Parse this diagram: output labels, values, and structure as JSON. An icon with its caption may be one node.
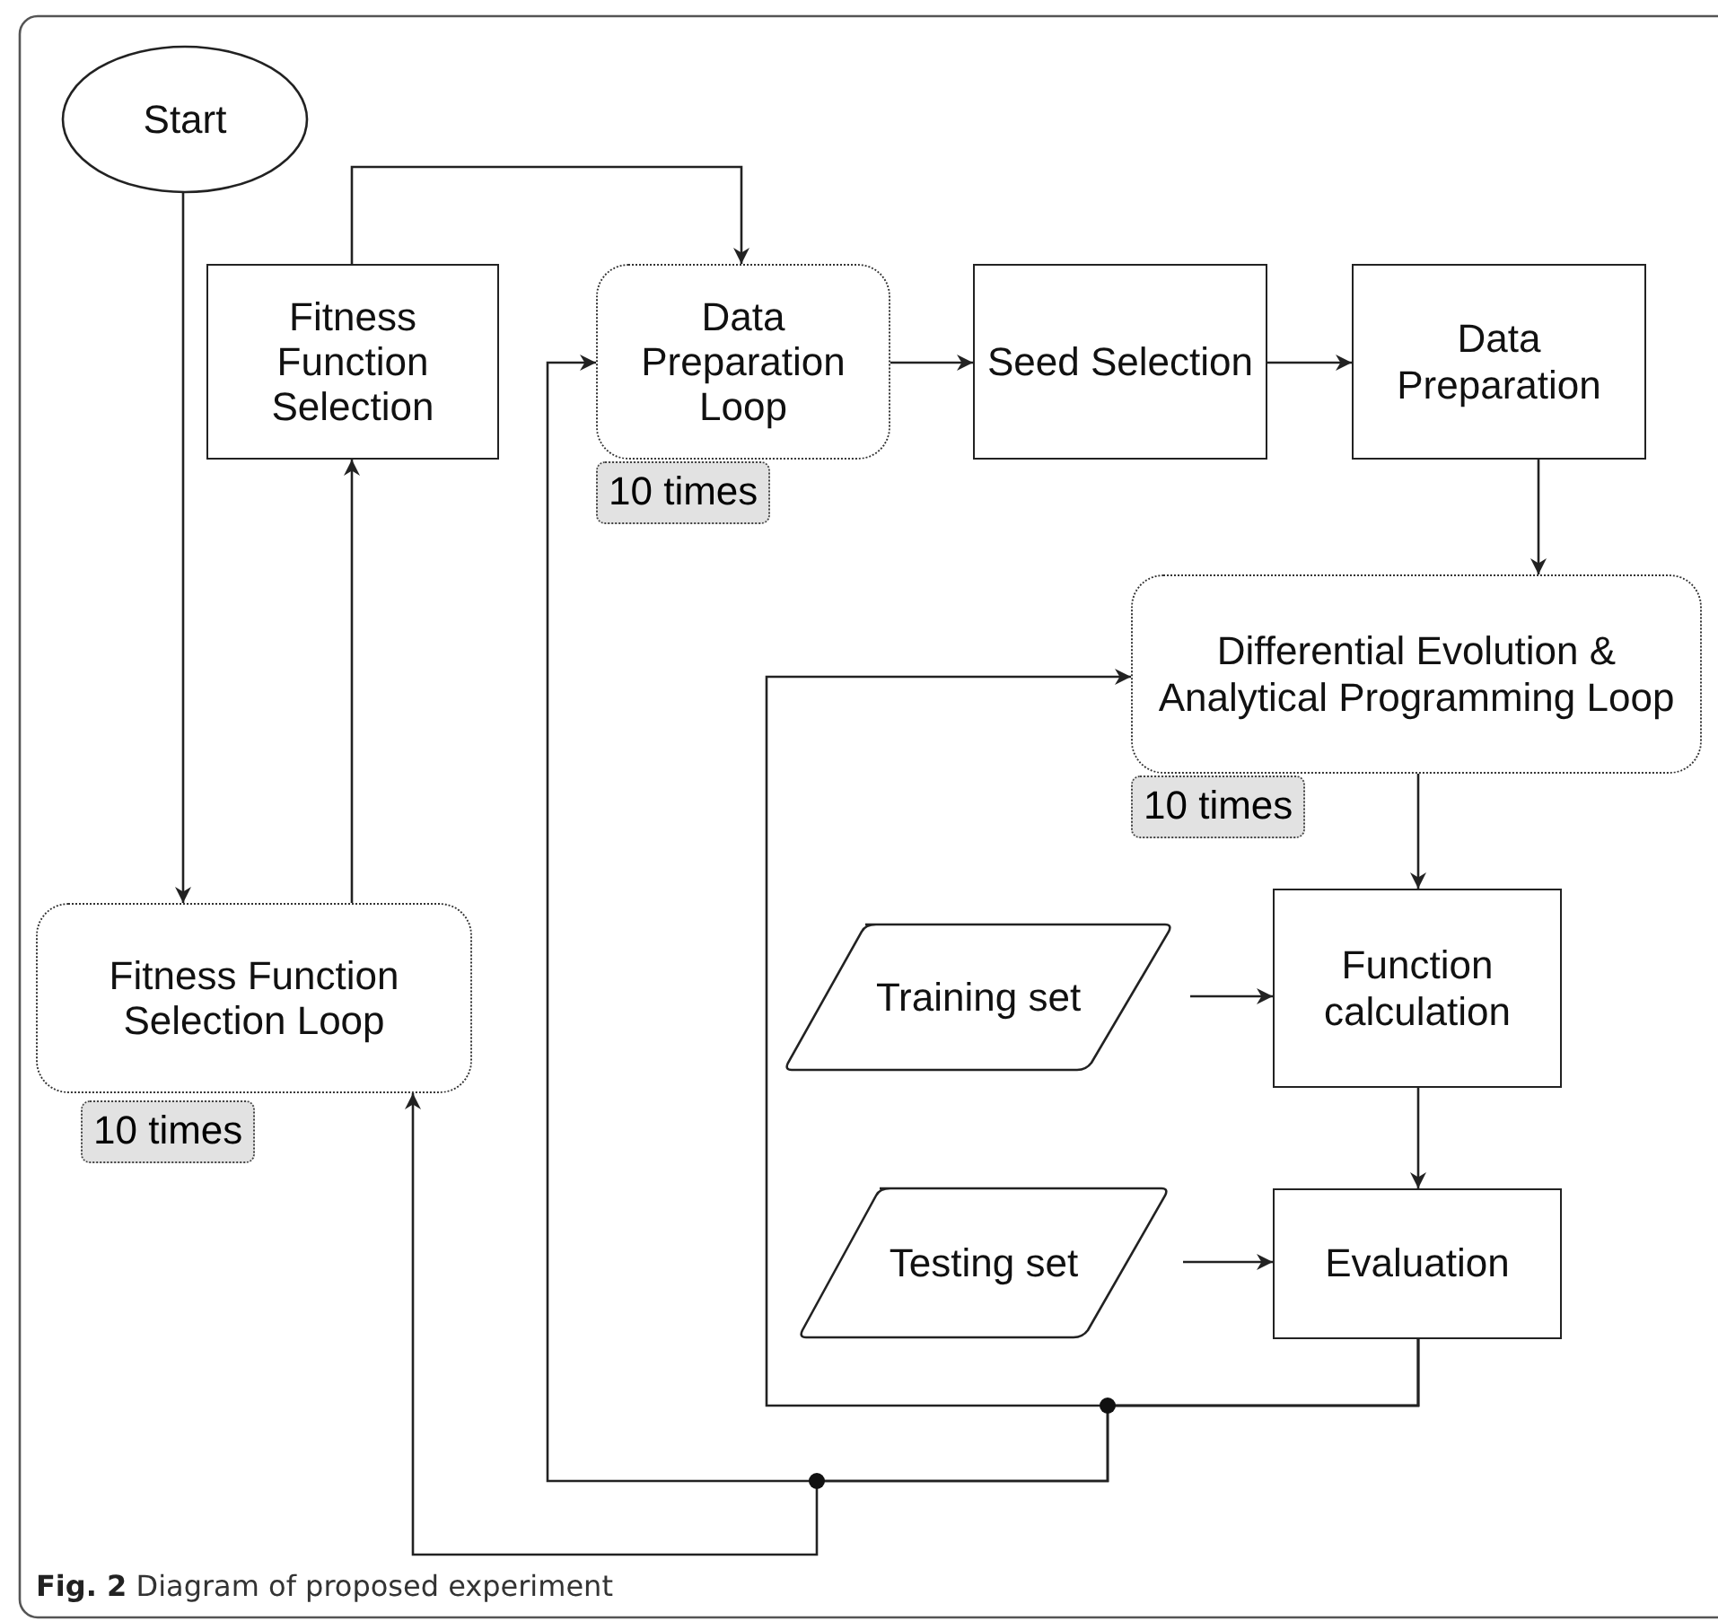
{
  "diagram": {
    "caption": "**Fig. 2** Diagram of proposed experiment",
    "nodes": [
      {
        "text": [
          "Start"
        ]
      },
      {
        "text": [
          "Fitness Function Selection"
        ]
      },
      {
        "text": [
          "Data Preparation Loop"
        ],
        "beside": [
          "10 times"
        ]
      },
      {
        "text": [
          "Seed Selection"
        ]
      },
      {
        "text": [
          "Data Preparation"
        ]
      },
      {
        "text": [
          "Differential Evolution & Analytical Programming Loop"
        ],
        "beside": [
          "10 times"
        ]
      },
      {
        "text": [
          "Training set"
        ]
      },
      {
        "text": [
          "Function calculation"
        ]
      },
      {
        "text": [
          "Testing set"
        ]
      },
      {
        "text": [
          "Evaluation"
        ]
      },
      {
        "text": [
          "Fitness Function Selection Loop"
        ],
        "beside": [
          "10 times"
        ]
      }
    ],
    "edges": [
      {
        "from": 0,
        "to": 10,
        "arrow": "to"
      },
      {
        "from": 10,
        "to": 1,
        "arrow": "to"
      },
      {
        "from": 1,
        "to": 2,
        "arrow": "to"
      },
      {
        "from": 2,
        "to": 3,
        "arrow": "to"
      },
      {
        "from": 3,
        "to": 4,
        "arrow": "to"
      },
      {
        "from": 4,
        "to": 5,
        "arrow": "to"
      },
      {
        "from": 5,
        "to": 7,
        "arrow": "to"
      },
      {
        "from": 6,
        "to": 7,
        "arrow": "to"
      },
      {
        "from": 7,
        "to": 9,
        "arrow": "to"
      },
      {
        "from": 8,
        "to": 9,
        "arrow": "to"
      },
      {
        "from": 9,
        "to": 5,
        "arrow": "to"
      },
      {
        "from": 9,
        "to": 2,
        "arrow": "to"
      },
      {
        "from": 9,
        "to": 10,
        "arrow": "to"
      }
    ]
  }
}
